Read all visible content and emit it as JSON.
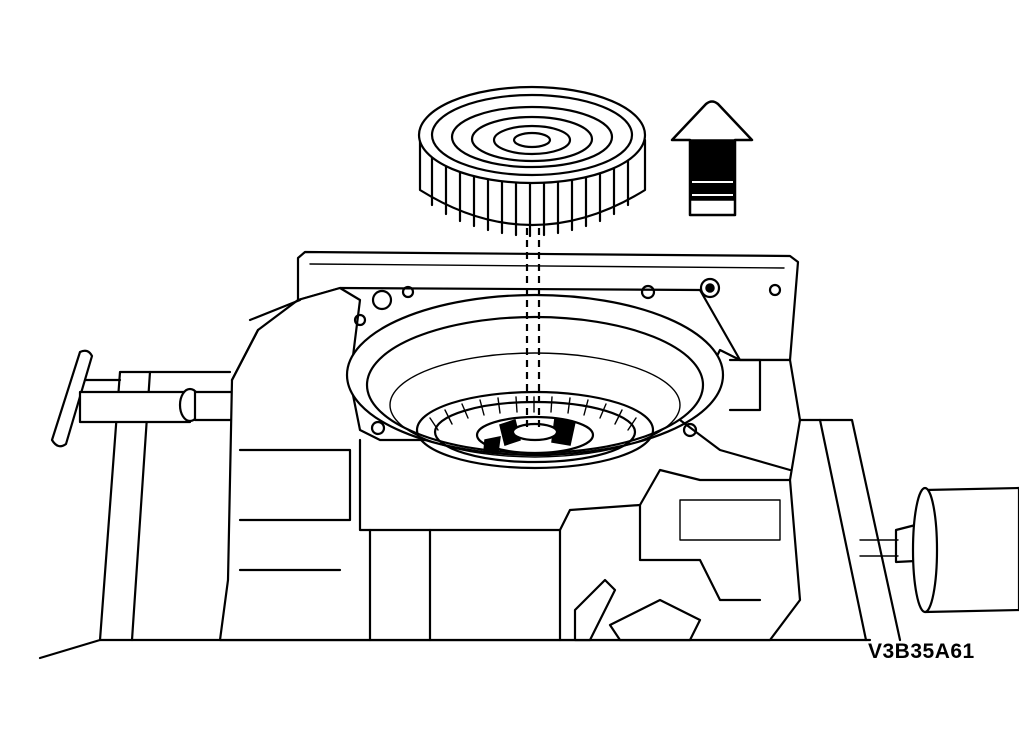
{
  "figure": {
    "reference_code": "V3B35A61"
  },
  "parts": {
    "gear_icon": "sun-gear-drum",
    "arrow_icon": "arrow-up-icon",
    "housing_icon": "transmission-case"
  },
  "colors": {
    "ink": "#000000",
    "paper": "#ffffff"
  }
}
